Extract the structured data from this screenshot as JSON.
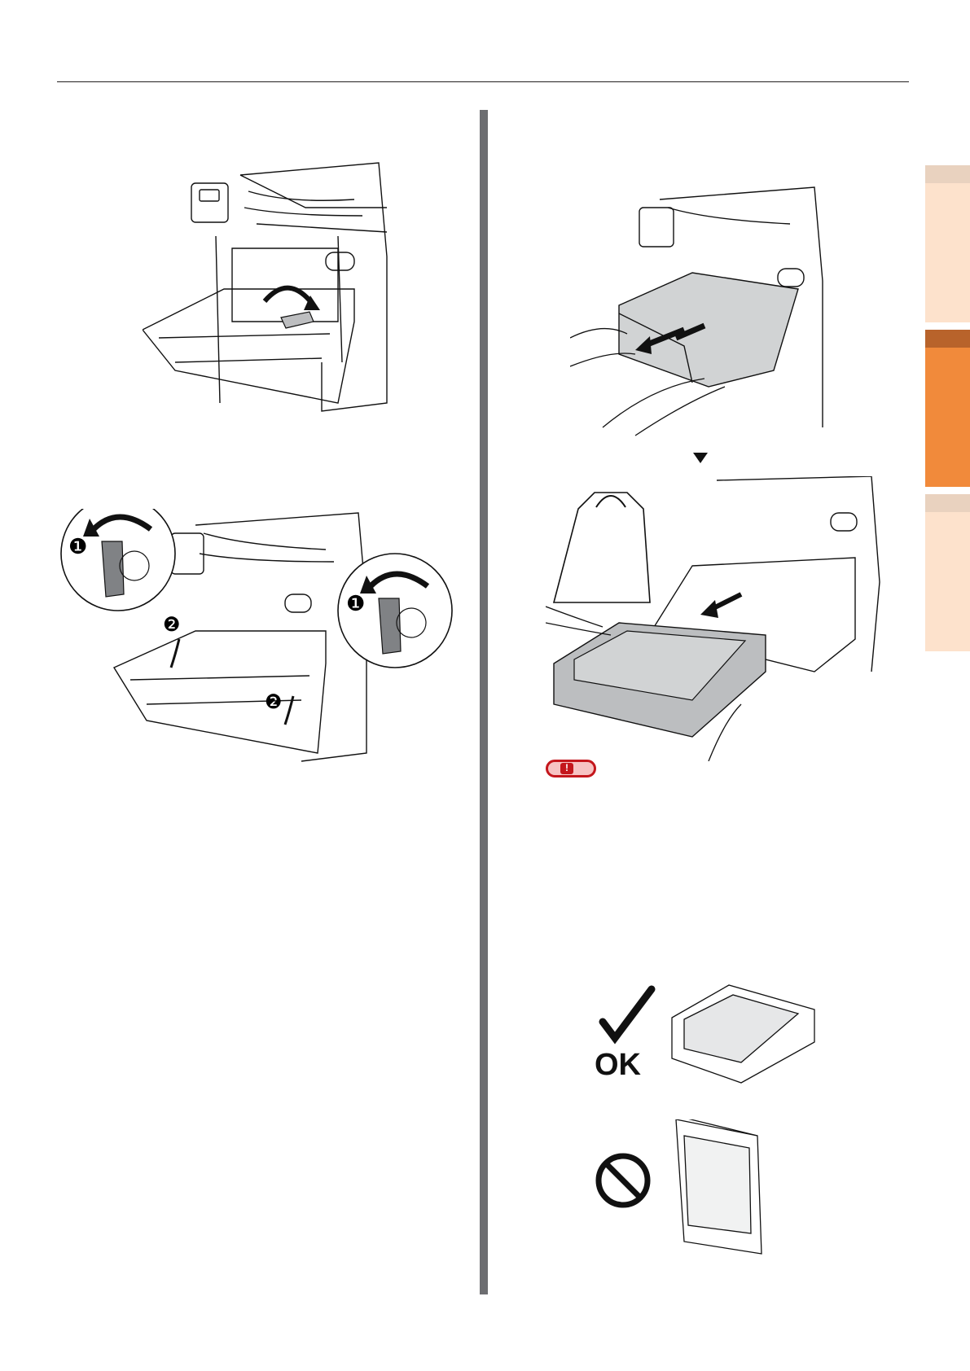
{
  "icons": {
    "ok_check": "check-mark-icon",
    "prohibit": "prohibited-icon",
    "weight": "weight-icon",
    "note": "caution-icon",
    "next": "down-triangle-icon"
  },
  "colors": {
    "accent_orange": "#f18a3b",
    "tab_light": "#fde2cc",
    "divider": "#6d6e71",
    "caution_red": "#c4161c"
  },
  "labels": {
    "step_1": "❶",
    "step_2": "❷",
    "ok": "OK"
  }
}
